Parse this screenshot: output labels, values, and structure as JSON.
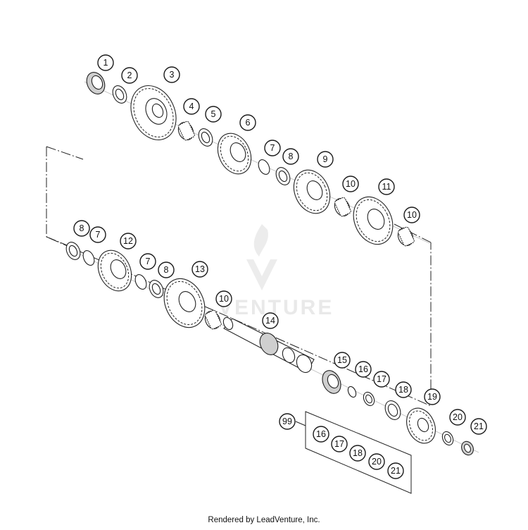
{
  "watermark": "VENTURE",
  "footer": "Rendered by LeadVenture, Inc.",
  "callouts": [
    {
      "label": "1"
    },
    {
      "label": "2"
    },
    {
      "label": "3"
    },
    {
      "label": "4"
    },
    {
      "label": "5"
    },
    {
      "label": "6"
    },
    {
      "label": "7"
    },
    {
      "label": "8"
    },
    {
      "label": "9"
    },
    {
      "label": "10"
    },
    {
      "label": "11"
    },
    {
      "label": "10"
    },
    {
      "label": "8"
    },
    {
      "label": "7"
    },
    {
      "label": "12"
    },
    {
      "label": "7"
    },
    {
      "label": "8"
    },
    {
      "label": "13"
    },
    {
      "label": "10"
    },
    {
      "label": "14"
    },
    {
      "label": "15"
    },
    {
      "label": "16"
    },
    {
      "label": "17"
    },
    {
      "label": "18"
    },
    {
      "label": "19"
    },
    {
      "label": "20"
    },
    {
      "label": "21"
    },
    {
      "label": "99"
    },
    {
      "label": "16"
    },
    {
      "label": "17"
    },
    {
      "label": "18"
    },
    {
      "label": "20"
    },
    {
      "label": "21"
    }
  ]
}
